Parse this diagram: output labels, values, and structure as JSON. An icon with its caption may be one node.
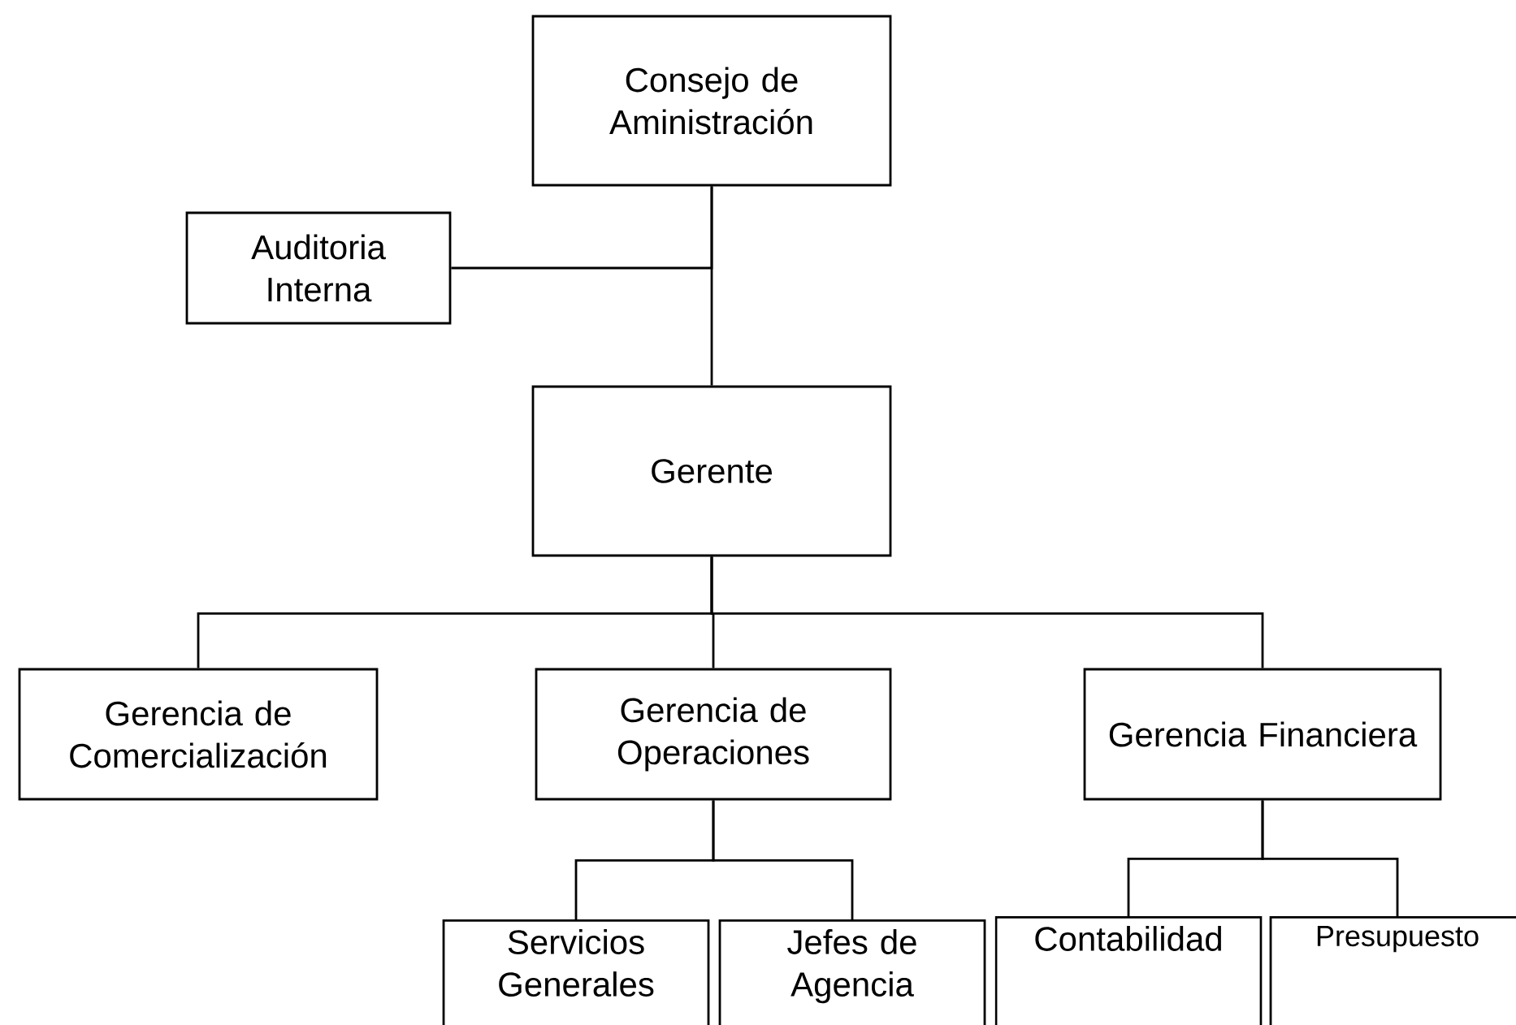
{
  "diagram": {
    "nodes": [
      {
        "text": [
          "Consejo de Aministración"
        ]
      },
      {
        "text": [
          "Auditoria Interna"
        ]
      },
      {
        "text": [
          "Gerente"
        ]
      },
      {
        "text": [
          "Gerencia de Comercialización"
        ]
      },
      {
        "text": [
          "Gerencia de Operaciones"
        ]
      },
      {
        "text": [
          "Gerencia Financiera"
        ]
      },
      {
        "text": [
          "Servicios Generales"
        ]
      },
      {
        "text": [
          "Jefes de Agencia"
        ]
      },
      {
        "text": [
          "Contabilidad"
        ]
      },
      {
        "text": [
          "Presupuesto"
        ]
      }
    ],
    "edges": [
      {
        "from": 0,
        "to": 1,
        "arrow": "none"
      },
      {
        "from": 0,
        "to": 2,
        "arrow": "none"
      },
      {
        "from": 2,
        "to": 3,
        "arrow": "none"
      },
      {
        "from": 2,
        "to": 4,
        "arrow": "none"
      },
      {
        "from": 2,
        "to": 5,
        "arrow": "none"
      },
      {
        "from": 4,
        "to": 6,
        "arrow": "none"
      },
      {
        "from": 4,
        "to": 7,
        "arrow": "none"
      },
      {
        "from": 5,
        "to": 8,
        "arrow": "none"
      },
      {
        "from": 5,
        "to": 9,
        "arrow": "none"
      }
    ]
  }
}
